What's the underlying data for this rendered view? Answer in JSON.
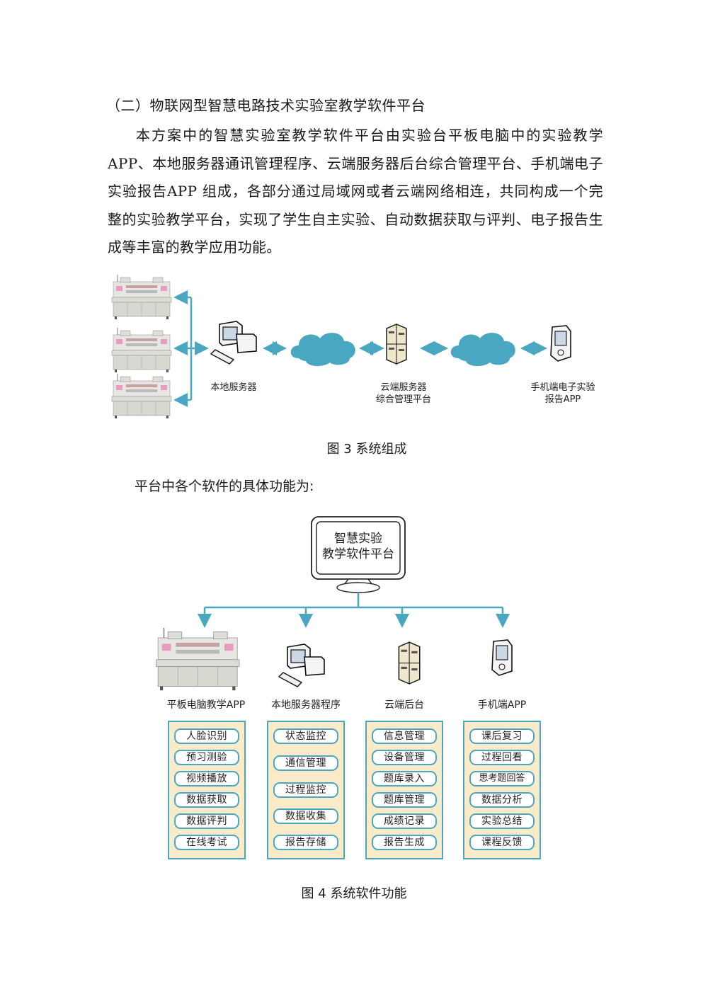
{
  "section": {
    "heading": "（二）物联网型智慧电路技术实验室教学软件平台",
    "paragraph": "本方案中的智慧实验室教学软件平台由实验台平板电脑中的实验教学 APP、本地服务器通讯管理程序、云端服务器后台综合管理平台、手机端电子实验报告APP 组成，各部分通过局域网或者云端网络相连，共同构成一个完整的实验教学平台，实现了学生自主实验、自动数据获取与评判、电子报告生成等丰富的教学应用功能。",
    "intro_functions": "平台中各个软件的具体功能为:"
  },
  "figure3": {
    "caption": "图 3  系统组成",
    "nodes": {
      "lab_benches": {
        "icon": "lab-bench-icon",
        "count": 3
      },
      "local_server": {
        "icon": "desktop-computer-icon",
        "label": "本地服务器"
      },
      "cloud1": {
        "icon": "cloud-icon"
      },
      "cloud_server": {
        "icon": "server-cluster-icon",
        "label_line1": "云端服务器",
        "label_line2": "综合管理平台"
      },
      "cloud2": {
        "icon": "cloud-icon"
      },
      "mobile": {
        "icon": "handheld-device-icon",
        "label_line1": "手机端电子实验",
        "label_line2": "报告APP"
      }
    },
    "colors": {
      "arrow": "#4aa7c2",
      "cloud": "#4aa7c2"
    }
  },
  "figure4": {
    "caption": "图 4  系统软件功能",
    "root": {
      "line1": "智慧实验",
      "line2": "教学软件平台",
      "icon": "monitor-icon"
    },
    "columns": [
      {
        "title": "平板电脑教学APP",
        "icon": "lab-bench-icon",
        "items": [
          "人脸识别",
          "预习测验",
          "视频播放",
          "数据获取",
          "数据评判",
          "在线考试"
        ]
      },
      {
        "title": "本地服务器程序",
        "icon": "desktop-computer-icon",
        "items": [
          "状态监控",
          "通信管理",
          "过程监控",
          "数据收集",
          "报告存储"
        ]
      },
      {
        "title": "云端后台",
        "icon": "server-cluster-icon",
        "items": [
          "信息管理",
          "设备管理",
          "题库录入",
          "题库管理",
          "成绩记录",
          "报告生成"
        ]
      },
      {
        "title": "手机端APP",
        "icon": "handheld-device-icon",
        "items": [
          "课后复习",
          "过程回看",
          "思考题回答",
          "数据分析",
          "实验总结",
          "课程反馈"
        ]
      }
    ],
    "colors": {
      "border": "#4aa7c2",
      "panel": "#fbebc8"
    }
  }
}
